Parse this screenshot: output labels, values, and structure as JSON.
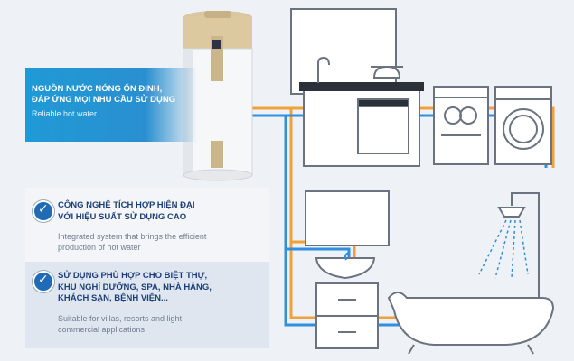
{
  "banner": {
    "title_line1": "NGUỒN NƯỚC NÓNG ỔN ĐỊNH,",
    "title_line2": "ĐÁP ỨNG MỌI NHU CẦU SỬ DỤNG",
    "subtitle": "Reliable hot water"
  },
  "features": [
    {
      "title_line1": "CÔNG NGHỆ TÍCH HỢP HIỆN ĐẠI",
      "title_line2": "VỚI HIỆU SUẤT SỬ DỤNG CAO",
      "desc_line1": "Integrated system that brings the efficient",
      "desc_line2": "production of hot water"
    },
    {
      "title_line1": "SỬ DỤNG PHÙ HỢP CHO BIỆT THỰ,",
      "title_line2": "KHU NGHỈ DƯỠNG, SPA, NHÀ HÀNG,",
      "title_line3": "KHÁCH SẠN, BỆNH VIỆN...",
      "desc_line1": "Suitable for villas, resorts and light",
      "desc_line2": "commercial applications"
    }
  ],
  "colors": {
    "hot_pipe": "#f0a13a",
    "cold_pipe": "#2f8fe0",
    "accent": "#1f6bb6",
    "line_art": "#6b7380"
  },
  "icons": [
    "water-heater-icon",
    "kitchen-sink-icon",
    "dishwasher-icon",
    "washing-machine-icon",
    "bathroom-sink-icon",
    "shower-icon",
    "bathtub-icon",
    "check-icon"
  ]
}
